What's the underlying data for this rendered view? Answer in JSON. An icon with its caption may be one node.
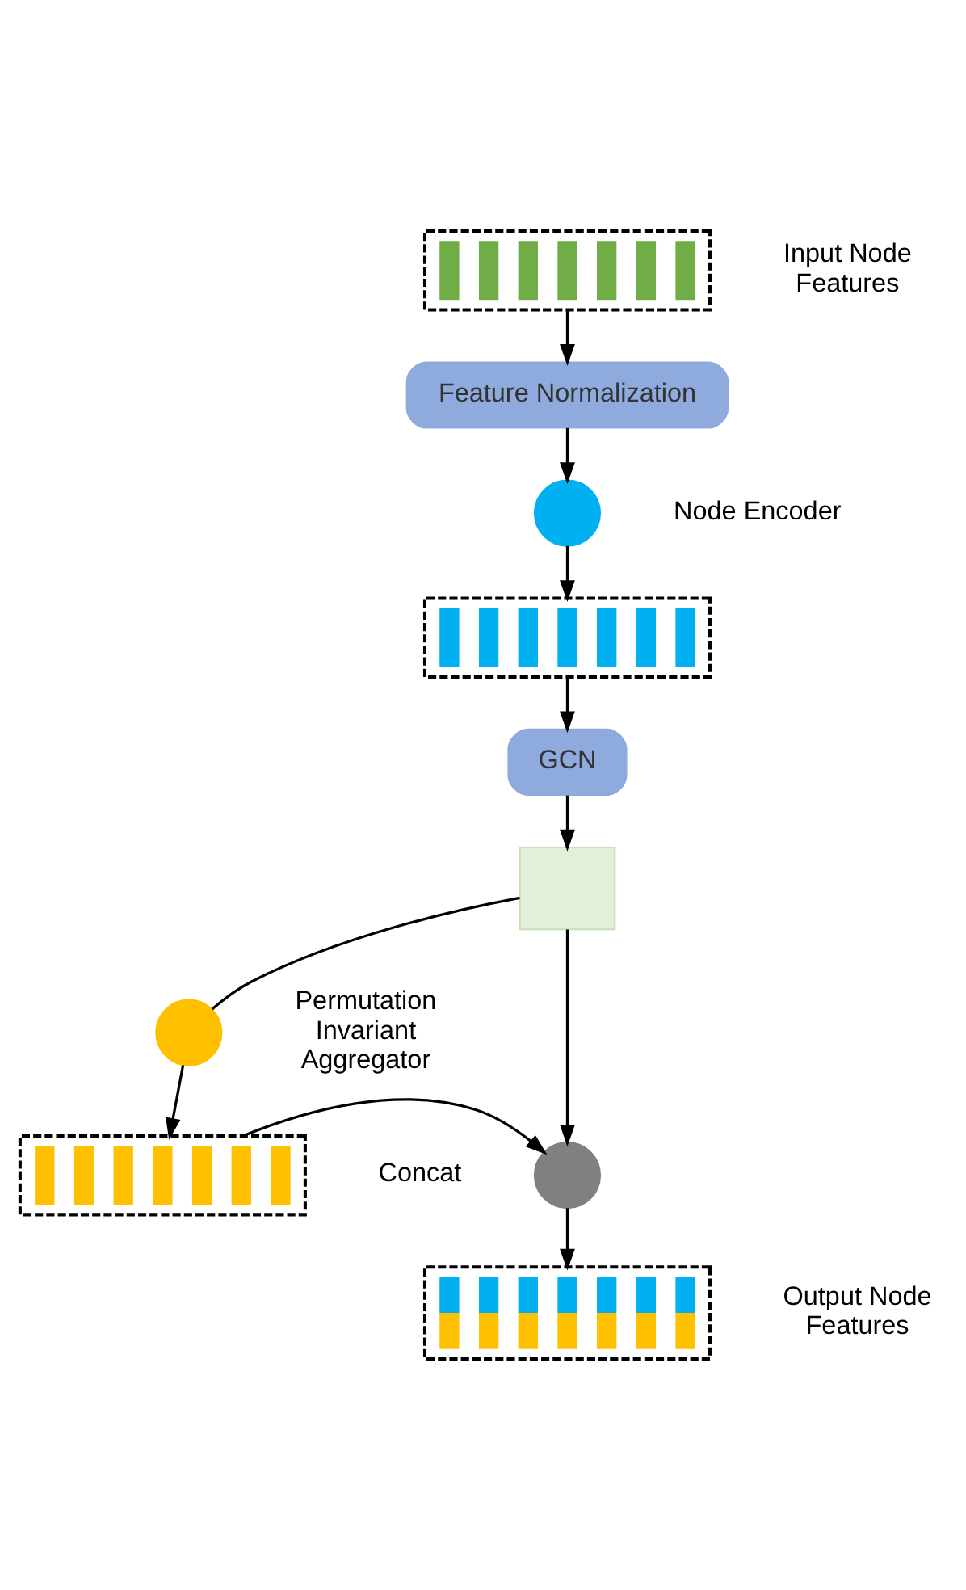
{
  "diagram": {
    "nodes": [
      {
        "text": [],
        "shape": "box",
        "beside": [
          "Input Node Features"
        ]
      },
      {
        "text": [
          "Feature Normalization"
        ]
      },
      {
        "text": [],
        "shape": "circle",
        "beside": [
          "Node Encoder"
        ]
      },
      {
        "text": [],
        "shape": "box"
      },
      {
        "text": [
          "GCN"
        ]
      },
      {
        "text": [],
        "shape": "box"
      },
      {
        "text": [],
        "shape": "circle",
        "beside": [
          "Permutation Invariant Aggregator"
        ]
      },
      {
        "text": [],
        "shape": "box"
      },
      {
        "text": [],
        "shape": "circle",
        "beside": [
          "Concat"
        ]
      },
      {
        "text": [],
        "shape": "box",
        "beside": [
          "Output Node Features"
        ]
      }
    ],
    "edges": [
      {
        "from": 0,
        "to": 1,
        "arrow": "to"
      },
      {
        "from": 1,
        "to": 2,
        "arrow": "to"
      },
      {
        "from": 2,
        "to": 3,
        "arrow": "to"
      },
      {
        "from": 3,
        "to": 4,
        "arrow": "to"
      },
      {
        "from": 4,
        "to": 5,
        "arrow": "to"
      },
      {
        "from": 5,
        "to": 8,
        "arrow": "to"
      },
      {
        "from": 5,
        "to": 6,
        "arrow": "none"
      },
      {
        "from": 6,
        "to": 7,
        "arrow": "to"
      },
      {
        "from": 7,
        "to": 8,
        "arrow": "to"
      },
      {
        "from": 8,
        "to": 9,
        "arrow": "to"
      }
    ]
  }
}
